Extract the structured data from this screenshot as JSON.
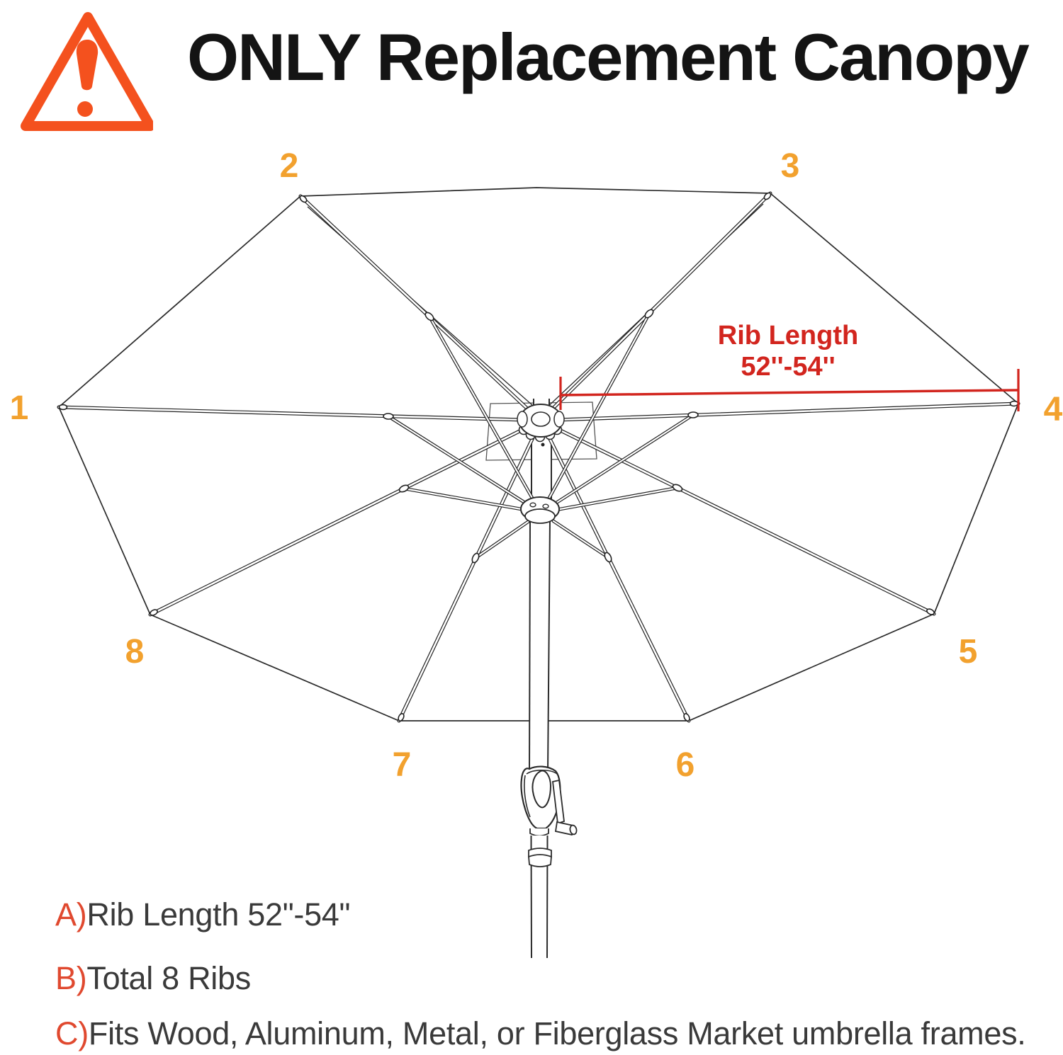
{
  "title": "ONLY Replacement Canopy",
  "dimension": {
    "line1": "Rib Length",
    "line2": "52''-54''"
  },
  "rib_numbers": {
    "n1": "1",
    "n2": "2",
    "n3": "3",
    "n4": "4",
    "n5": "5",
    "n6": "6",
    "n7": "7",
    "n8": "8"
  },
  "notes": {
    "a_prefix": "A)",
    "a_text": "Rib Length 52\"-54\"",
    "b_prefix": "B)",
    "b_text": "Total 8 Ribs",
    "c_prefix": "C)",
    "c_text": "Fits Wood, Aluminum, Metal, or Fiberglass Market umbrella frames."
  },
  "diagram": {
    "subject": "patio market umbrella frame (canopy not included)",
    "total_ribs": 8,
    "rib_length": "52\"-54\"",
    "icons": [
      "warning-triangle-icon"
    ]
  },
  "colors": {
    "warning_triangle": "#F4511E",
    "rib_number_orange": "#F2A12E",
    "dimension_red": "#D2251E",
    "note_prefix_red": "#E0492F",
    "text_dark": "#3a3a3a",
    "line_color": "#2b2b2b",
    "background": "#ffffff"
  }
}
